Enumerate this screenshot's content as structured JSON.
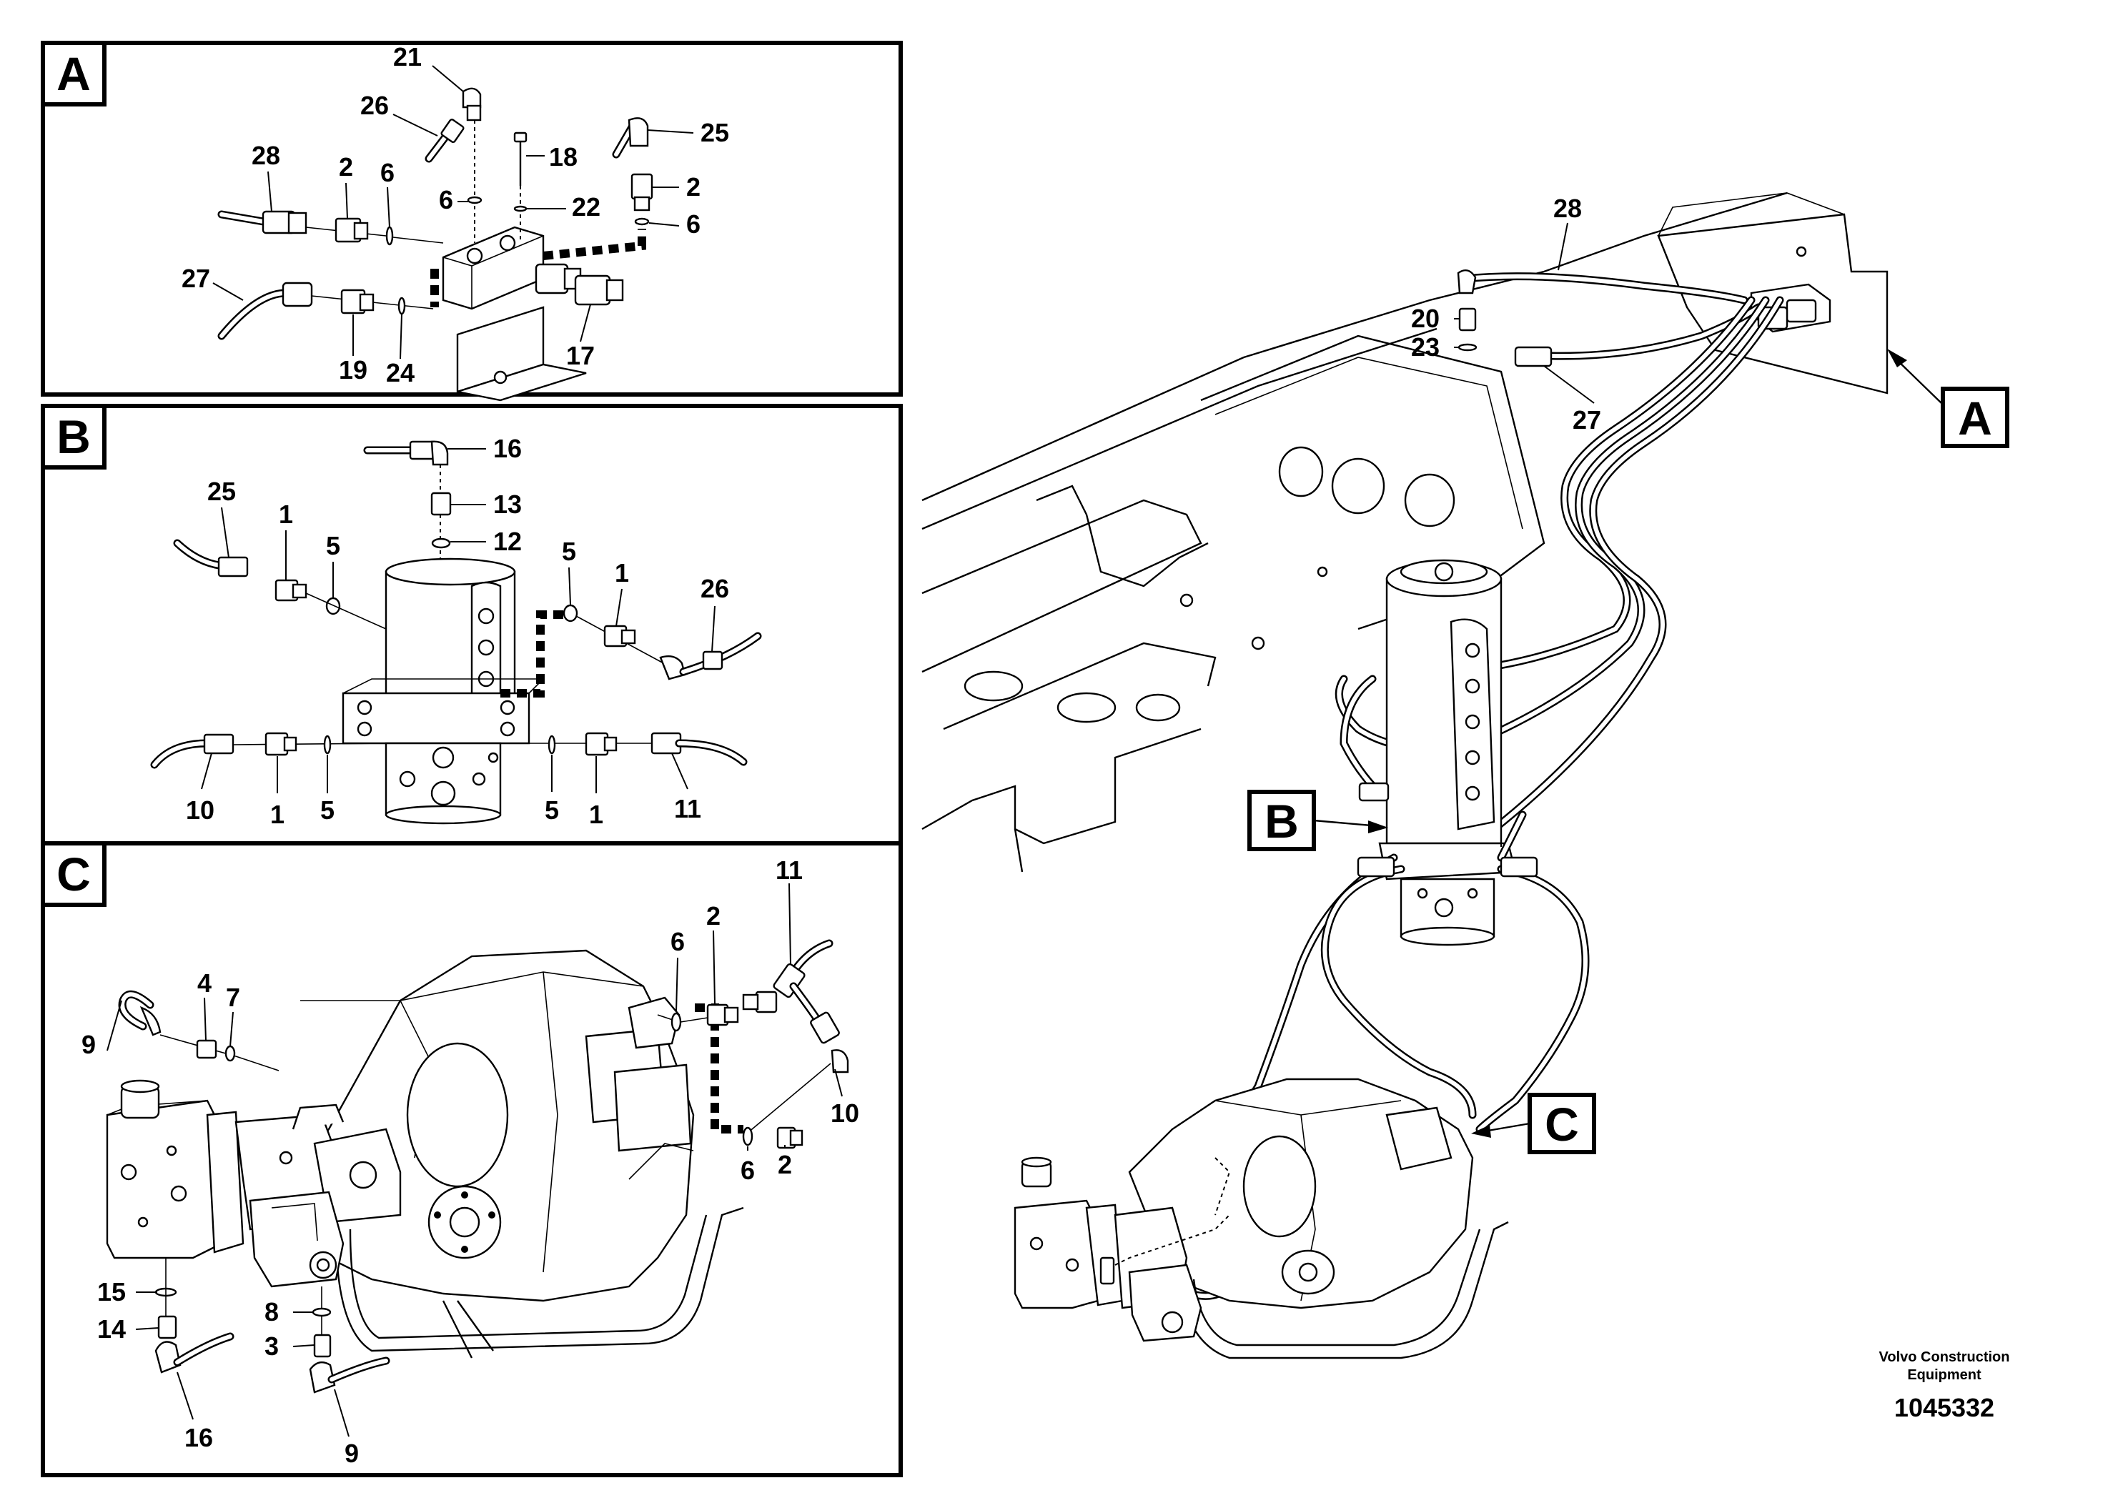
{
  "panels": [
    {
      "letter": "A",
      "labels": [
        "21",
        "26",
        "18",
        "25",
        "28",
        "2",
        "6",
        "6",
        "22",
        "2",
        "6",
        "27",
        "17",
        "19",
        "24"
      ]
    },
    {
      "letter": "B",
      "labels": [
        "16",
        "13",
        "12",
        "25",
        "1",
        "5",
        "5",
        "1",
        "26",
        "10",
        "1",
        "5",
        "5",
        "1",
        "11"
      ]
    },
    {
      "letter": "C",
      "labels": [
        "11",
        "6",
        "2",
        "4",
        "7",
        "9",
        "10",
        "6",
        "2",
        "15",
        "8",
        "14",
        "3",
        "16",
        "9"
      ]
    }
  ],
  "overview": {
    "labels": [
      "28",
      "20",
      "23",
      "27"
    ],
    "callouts": [
      "A",
      "B",
      "C"
    ]
  },
  "footer": {
    "company_line1": "Volvo Construction",
    "company_line2": "Equipment",
    "doc_number": "1045332"
  }
}
